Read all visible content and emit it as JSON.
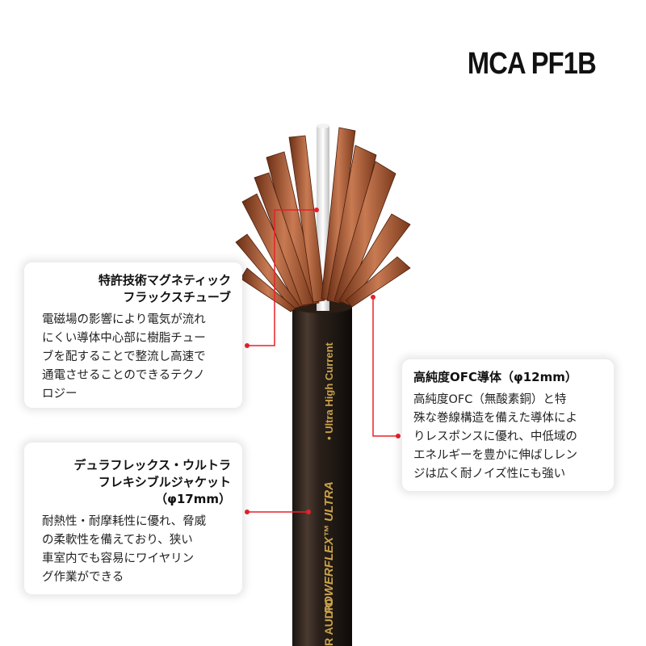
{
  "title": "MCA PF1B",
  "jacket_print": {
    "brand": "POWERFLEX™ ULTRA",
    "tagline": "• Ultra High Current",
    "maker": "R AUDIO"
  },
  "callouts": {
    "tube": {
      "heading": [
        "特許技術マグネティック",
        "フラックスチューブ"
      ],
      "body": [
        "電磁場の影響により電気が流れ",
        "にくい導体中心部に樹脂チュー",
        "ブを配することで整流し高速で",
        "通電させることのできるテクノ",
        "ロジー"
      ]
    },
    "jacket": {
      "heading": [
        "デュラフレックス・ウルトラ",
        "フレキシブルジャケット",
        "（φ17mm）"
      ],
      "body": [
        "耐熱性・耐摩耗性に優れ、脅威",
        "の柔軟性を備えており、狭い",
        "車室内でも容易にワイヤリン",
        "グ作業ができる"
      ]
    },
    "conductor": {
      "heading": [
        "高純度OFC導体（φ12mm）"
      ],
      "body": [
        "高純度OFC（無酸素銅）と特",
        "殊な巻線構造を備えた導体によ",
        "りレスポンスに優れ、中低域の",
        "エネルギーを豊かに伸ばしレン",
        "ジは広く耐ノイズ性にも強い"
      ]
    },
    "line_color": "#e8202a"
  }
}
